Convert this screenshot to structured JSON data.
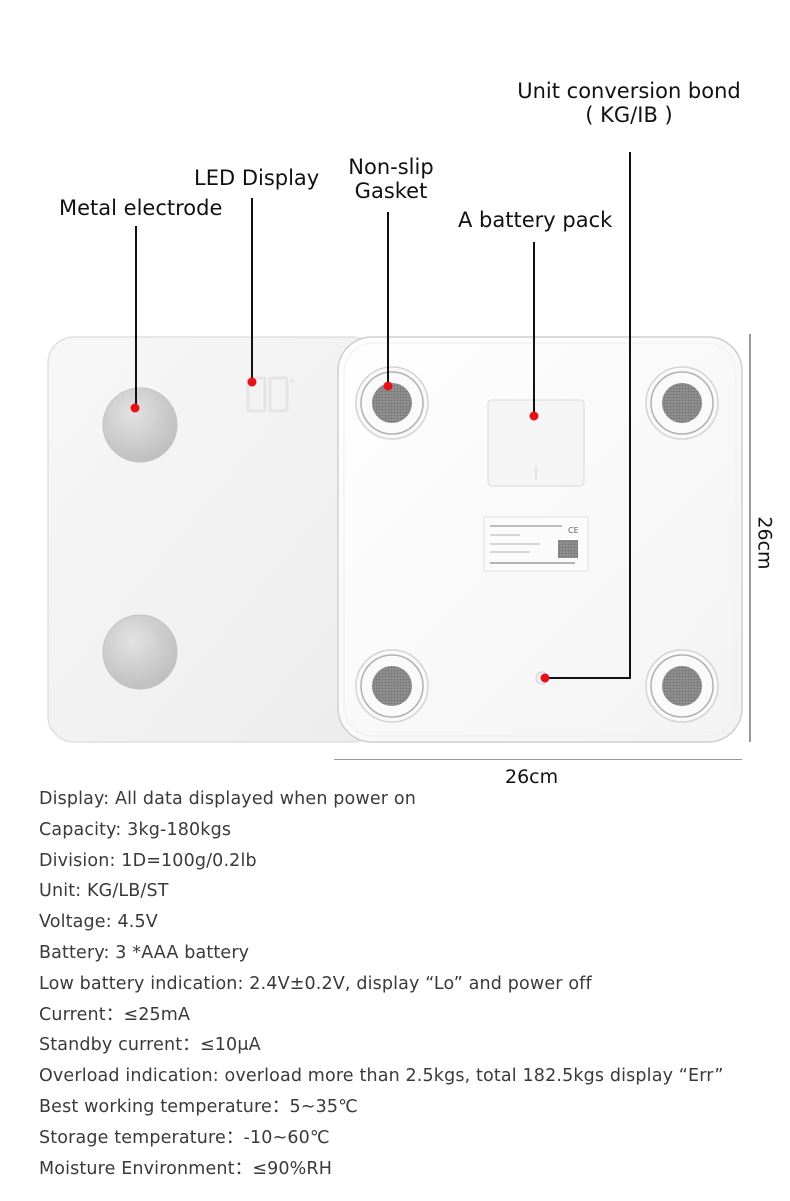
{
  "labels": {
    "metal_electrode": "Metal electrode",
    "led_display": "LED Display",
    "non_slip_line1": "Non-slip",
    "non_slip_line2": "Gasket",
    "battery_pack": "A battery pack",
    "unit_conversion_line1": "Unit conversion bond",
    "unit_conversion_line2": "( KG/IB )"
  },
  "dimensions": {
    "width": "26cm",
    "height": "26cm"
  },
  "led_reading": "00",
  "specs": [
    "Display: All data displayed when power on",
    "Capacity: 3kg-180kgs",
    "Division: 1D=100g/0.2lb",
    "Unit: KG/LB/ST",
    "Voltage: 4.5V",
    "Battery: 3 *AAA battery",
    "Low battery indication: 2.4V±0.2V, display “Lo” and power off",
    "Current：≤25mA",
    "Standby  current：≤10μA",
    "Overload indication: overload more than 2.5kgs, total 182.5kgs display “Err”",
    "Best  working  temperature：5~35℃",
    "Storage  temperature：-10~60℃",
    "Moisture  Environment：≤90%RH"
  ],
  "colors": {
    "marker": "#e8101a",
    "leader_line": "#111111",
    "scale_surface": "#f4f4f4",
    "electrode": "#cfcfcf"
  }
}
